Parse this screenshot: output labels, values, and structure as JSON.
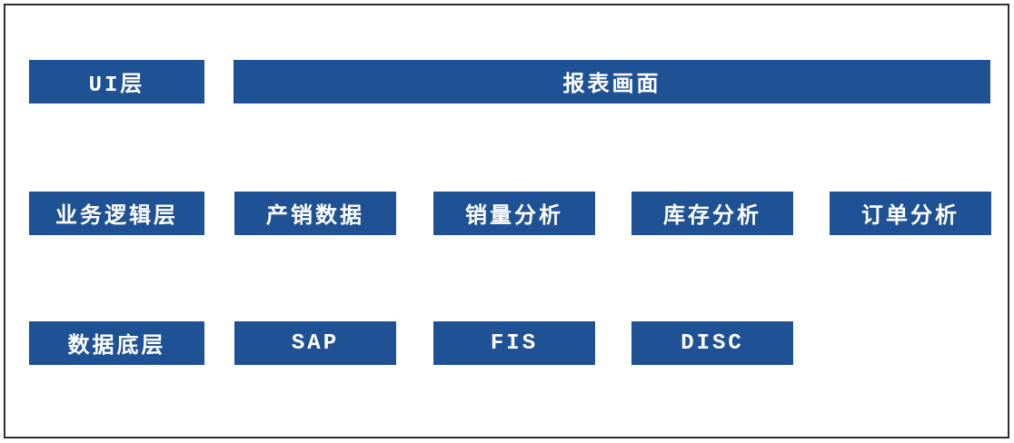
{
  "diagram": {
    "colors": {
      "box_blue": "#1F5195",
      "box_text": "#FFFFFF",
      "frame_border": "#2E2E2E",
      "background": "#FFFFFF"
    },
    "rows": [
      {
        "layer": "UI层",
        "items": [
          "报表画面"
        ]
      },
      {
        "layer": "业务逻辑层",
        "items": [
          "产销数据",
          "销量分析",
          "库存分析",
          "订单分析"
        ]
      },
      {
        "layer": "数据底层",
        "items": [
          "SAP",
          "FIS",
          "DISC"
        ]
      }
    ]
  }
}
